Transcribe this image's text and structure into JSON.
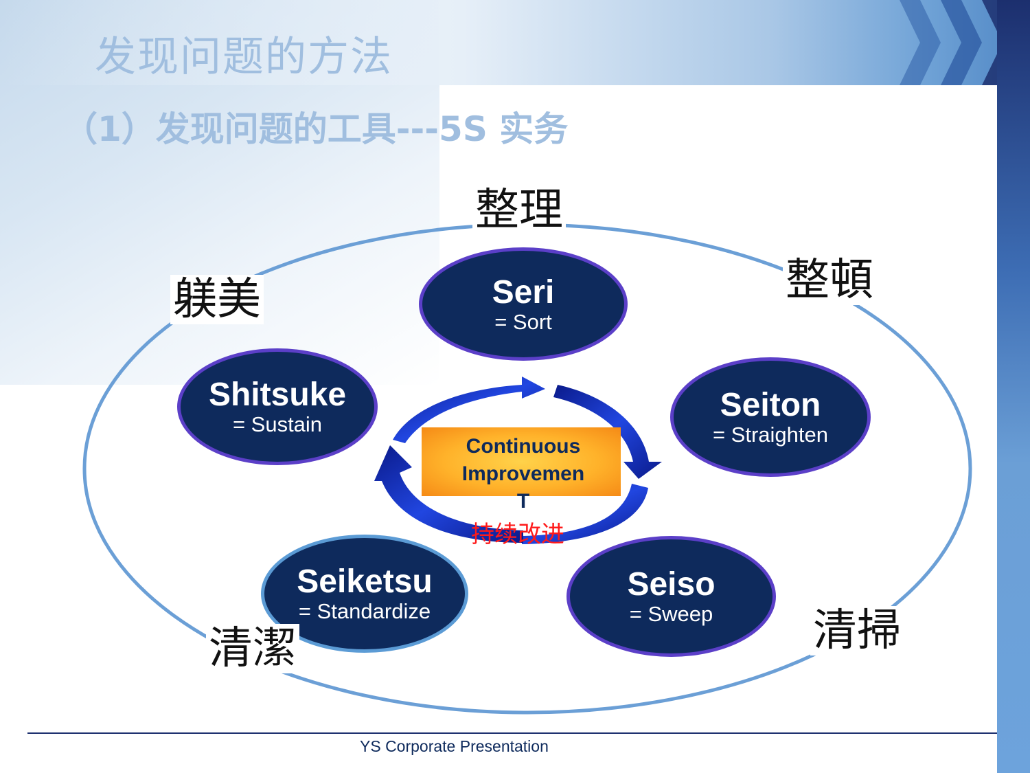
{
  "header": {
    "title": "发现问题的方法",
    "subtitle": "（1）发现问题的工具---5S 实务"
  },
  "center": {
    "label_line1": "Continuous",
    "label_line2": "Improvemen",
    "label_line3": "T",
    "label_cn": "持续改进"
  },
  "steps": [
    {
      "title": "Seri",
      "subtitle": "= Sort",
      "kanji": "整理"
    },
    {
      "title": "Seiton",
      "subtitle": "=  Straighten",
      "kanji": "整頓"
    },
    {
      "title": "Seiso",
      "subtitle": "= Sweep",
      "kanji": "清掃"
    },
    {
      "title": "Seiketsu",
      "subtitle": "= Standardize",
      "kanji": "清潔"
    },
    {
      "title": "Shitsuke",
      "subtitle": "= Sustain",
      "kanji": "躾美"
    }
  ],
  "footer": {
    "text": "YS Corporate Presentation"
  },
  "colors": {
    "bubble_fill": "#0e2a5c",
    "bubble_border": "#5b3fc8",
    "ring": "#6b9fd6",
    "arrow": "#1636c8",
    "center_box": "#ffb22a",
    "center_cn": "#ff1a1a"
  }
}
